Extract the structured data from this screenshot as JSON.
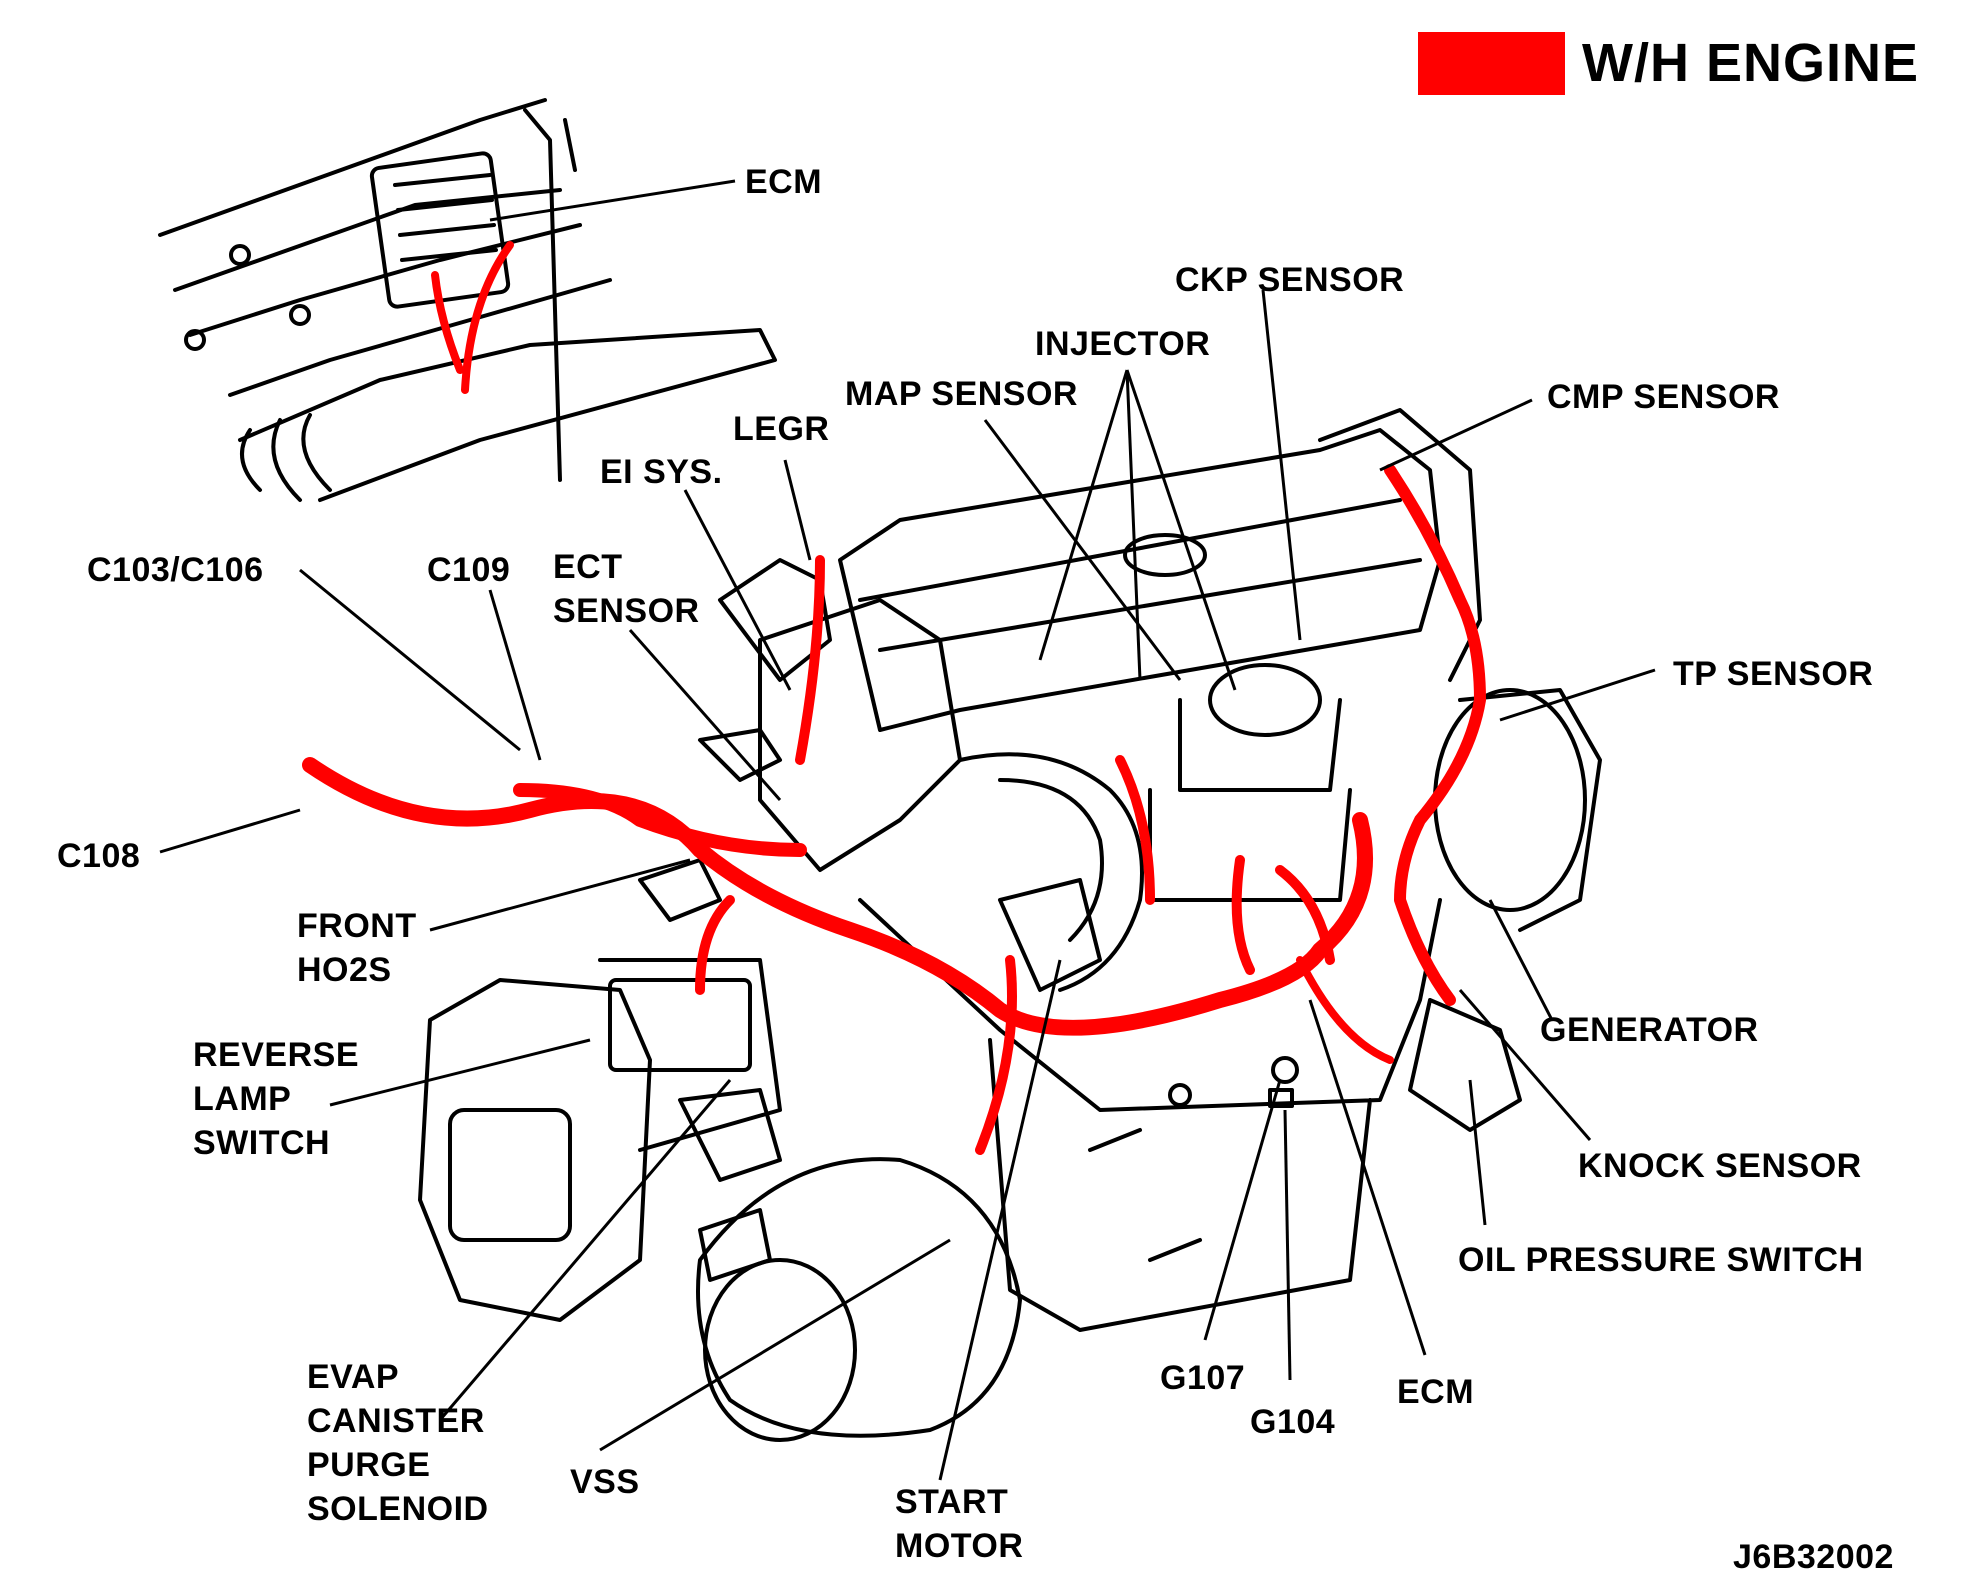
{
  "legend": {
    "label": "W/H ENGINE",
    "color": "#ff0000"
  },
  "figure_id": "J6B32002",
  "labels": {
    "ecm_top": "ECM",
    "ckp_sensor": "CKP SENSOR",
    "injector": "INJECTOR",
    "map_sensor": "MAP SENSOR",
    "cmp_sensor": "CMP SENSOR",
    "legr": "LEGR",
    "ei_sys": "EI SYS.",
    "c103_c106": "C103/C106",
    "c109": "C109",
    "ect_sensor": "ECT\nSENSOR",
    "tp_sensor": "TP SENSOR",
    "c108": "C108",
    "front_ho2s": "FRONT\nHO2S",
    "reverse_lamp_switch": "REVERSE\nLAMP\nSWITCH",
    "generator": "GENERATOR",
    "knock_sensor": "KNOCK SENSOR",
    "oil_pressure_switch": "OIL PRESSURE SWITCH",
    "evap_canister_purge_solenoid": "EVAP\nCANISTER\nPURGE\nSOLENOID",
    "vss": "VSS",
    "start_motor": "START\nMOTOR",
    "g107": "G107",
    "g104": "G104",
    "ecm_bottom": "ECM"
  }
}
